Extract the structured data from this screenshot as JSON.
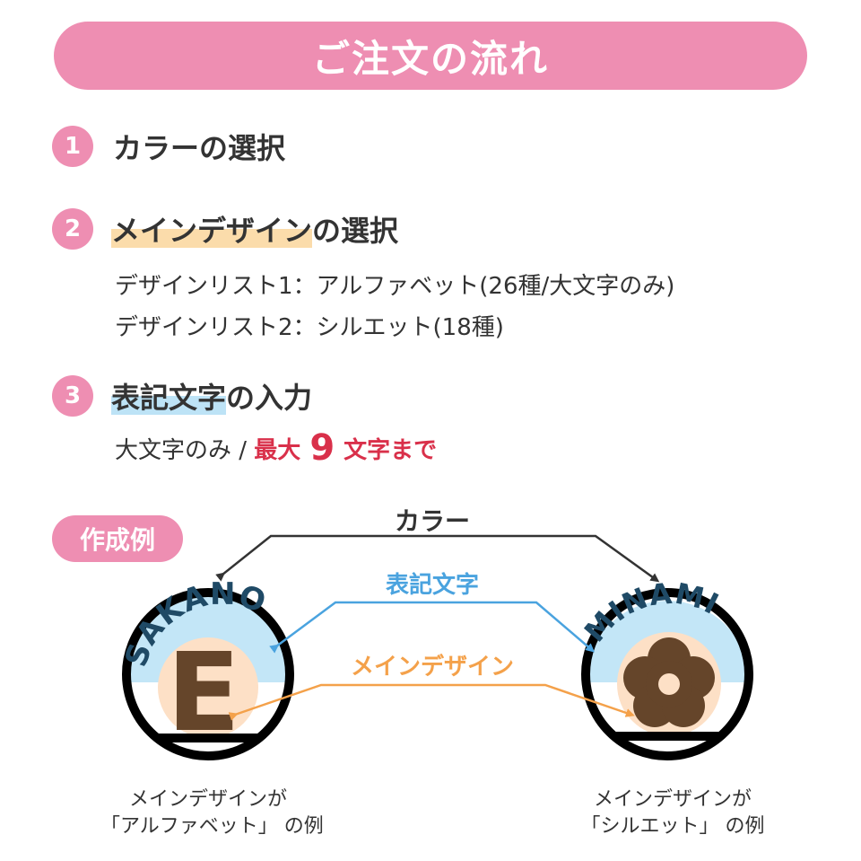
{
  "header": {
    "title": "ご注文の流れ"
  },
  "steps": [
    {
      "number": "1",
      "title": "カラーの選択"
    },
    {
      "number": "2",
      "title_highlight": "メインデザイン",
      "title_rest": "の選択",
      "lines": [
        "デザインリスト1：アルファベット(26種/大文字のみ)",
        "デザインリスト2：シルエット(18種)"
      ]
    },
    {
      "number": "3",
      "title_highlight": "表記文字",
      "title_rest": "の入力",
      "desc_prefix": "大文字のみ / ",
      "desc_max": "最大",
      "desc_num": "9",
      "desc_suffix": "文字まで"
    }
  ],
  "example": {
    "badge": "作成例",
    "label_color": "カラー",
    "label_text": "表記文字",
    "label_design": "メインデザイン",
    "left_text": "SAKANO",
    "left_letter": "E",
    "right_text": "MINAMI",
    "caption_left": [
      "メインデザインが",
      "「アルファベット」 の例"
    ],
    "caption_right": [
      "メインデザインが",
      "「シルエット」 の例"
    ]
  },
  "colors": {
    "pink": "#ee8eb2",
    "orange": "#f4a14a",
    "blue": "#4aa3df",
    "brown": "#65452a",
    "peach": "#fde0c6",
    "light_blue": "#bde3f6",
    "red": "#d9304a"
  }
}
